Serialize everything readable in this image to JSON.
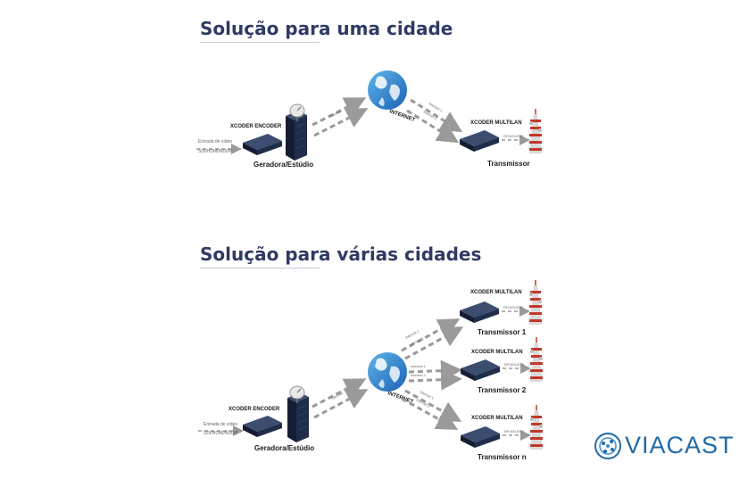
{
  "titles": {
    "single": "Solução para uma cidade",
    "multi": "Solução para várias cidades"
  },
  "single": {
    "encoder_label": "XCODER ENCODER",
    "input_label_1": "Entrada de vídeo",
    "input_label_2": "SDI/HDMI/NDI/IP",
    "studio_label": "Geradora/Estúdio",
    "link_label": "Internet",
    "internet_label": "INTERNET",
    "link_out_1": "Internet 1",
    "link_out_2": "Internet 2",
    "multilan_label": "XCODER MULTILAN",
    "output_label": "RF/ASI-BTS",
    "tx_label": "Transmissor"
  },
  "multi": {
    "encoder_label": "XCODER ENCODER",
    "input_label_1": "Entrada de vídeo",
    "input_label_2": "SDI/HDMI/NDI/IP",
    "studio_label": "Geradora/Estúdio",
    "link_label": "Internet",
    "internet_label": "INTERNET",
    "links_out": [
      "Internet 1",
      "Internet 2",
      "Internet 1",
      "Internet 2",
      "Internet 1",
      "Internet 2"
    ],
    "multilan_labels": [
      "XCODER MULTILAN",
      "XCODER MULTILAN",
      "XCODER MULTILAN"
    ],
    "output_labels": [
      "RF/ASI-BTS",
      "RF/ASI-BTS",
      "RF/ASI-BTS"
    ],
    "tx_labels": [
      "Transmissor 1",
      "Transmissor 2",
      "Transmissor n"
    ]
  },
  "logo": {
    "brand": "VIACAST"
  },
  "colors": {
    "title": "#2f3b64",
    "device": "#1f2d4a",
    "arrow": "#9a9a9a",
    "tower": "#c0392b",
    "logo": "#1f6aa8"
  }
}
